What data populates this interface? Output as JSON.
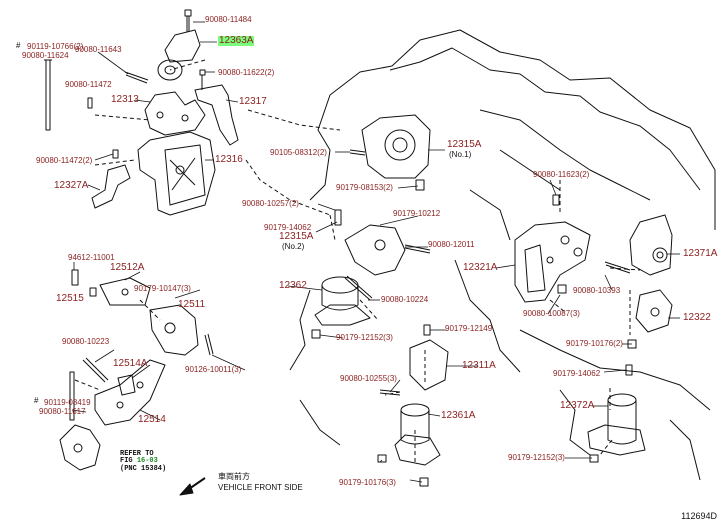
{
  "labels": {
    "p_90080_11484": "90080-11484",
    "p_12363A": "12363A",
    "p_90119_10766": "90119-10766(2)",
    "p_90080_11624": "90080-11624",
    "p_90080_11643": "90080-11643",
    "p_90080_11622": "90080-11622(2)",
    "p_90080_11472": "90080-11472",
    "p_12313": "12313",
    "p_12317": "12317",
    "p_90080_11472_2": "90080-11472(2)",
    "p_12316": "12316",
    "p_12327A": "12327A",
    "p_90105_08312": "90105-08312(2)",
    "p_12315A_1": "12315A",
    "p_no1": "(No.1)",
    "p_90179_08153": "90179-08153(2)",
    "p_90080_11623": "90080-11623(2)",
    "p_90080_10257": "90080-10257(2)",
    "p_90179_10212": "90179-10212",
    "p_90179_14062_a": "90179-14062",
    "p_12315A_2": "12315A",
    "p_no2": "(No.2)",
    "p_90080_12011": "90080-12011",
    "p_12321A": "12321A",
    "p_12371A": "12371A",
    "p_94612_11001": "94612-11001",
    "p_12512A": "12512A",
    "p_90179_10147": "90179-10147(3)",
    "p_12515": "12515",
    "p_12362": "12362",
    "p_90080_10224": "90080-10224",
    "p_90080_10393": "90080-10393",
    "p_12511": "12511",
    "p_90080_10087": "90080-10087(3)",
    "p_12322": "12322",
    "p_90179_12152_a": "90179-12152(3)",
    "p_90179_12149": "90179-12149",
    "p_90080_10223": "90080-10223",
    "p_12514A": "12514A",
    "p_90126_10011": "90126-10011(3)",
    "p_12311A": "12311A",
    "p_90179_10176_2": "90179-10176(2)",
    "p_90179_14062_b": "90179-14062",
    "p_90080_10255": "90080-10255(3)",
    "p_90119_08419": "90119-08419",
    "p_90080_11617": "90080-11617",
    "p_12514": "12514",
    "p_12361A": "12361A",
    "p_12372A": "12372A",
    "p_90179_12152_b": "90179-12152(3)",
    "p_90179_10176_3": "90179-10176(3)"
  },
  "refer": {
    "line1": "REFER TO",
    "line2_prefix": "FIG",
    "line2_fig": "16-03",
    "line3": "(PNC 15384)"
  },
  "front_side": {
    "chinese": "車両前方",
    "english": "VEHICLE FRONT SIDE"
  },
  "diagram_code": "112694D",
  "colors": {
    "label": "#8a1f1f",
    "highlight": "#7CFC7C",
    "line": "#111111",
    "fig_ref": "#1f8a2a"
  }
}
